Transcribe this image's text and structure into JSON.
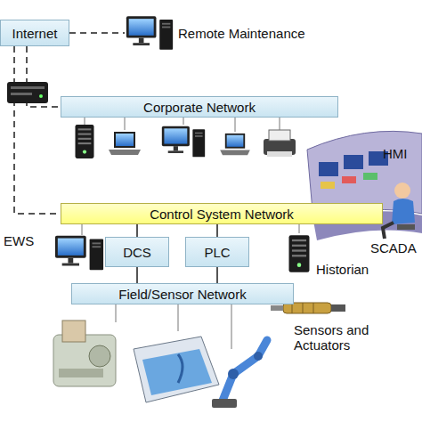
{
  "diagram": {
    "nodes": [
      {
        "text": [
          "Internet"
        ]
      },
      {
        "text": [
          "Corporate Network"
        ]
      },
      {
        "text": [
          "Control System Network"
        ]
      },
      {
        "text": [
          "DCS"
        ]
      },
      {
        "text": [
          "PLC"
        ]
      },
      {
        "text": [
          "Field/Sensor Network"
        ]
      }
    ],
    "edges": [
      {
        "from": 0,
        "to": 1,
        "arrow": "none"
      },
      {
        "from": 0,
        "to": 2,
        "arrow": "none"
      },
      {
        "from": 2,
        "to": 3,
        "arrow": "none"
      },
      {
        "from": 2,
        "to": 4,
        "arrow": "none"
      },
      {
        "from": 3,
        "to": 5,
        "arrow": "none"
      },
      {
        "from": 4,
        "to": 5,
        "arrow": "none"
      }
    ],
    "labels": [
      "Remote Maintenance",
      "HMI",
      "SCADA",
      "EWS",
      "Historian",
      "Sensors and Actuators"
    ]
  }
}
